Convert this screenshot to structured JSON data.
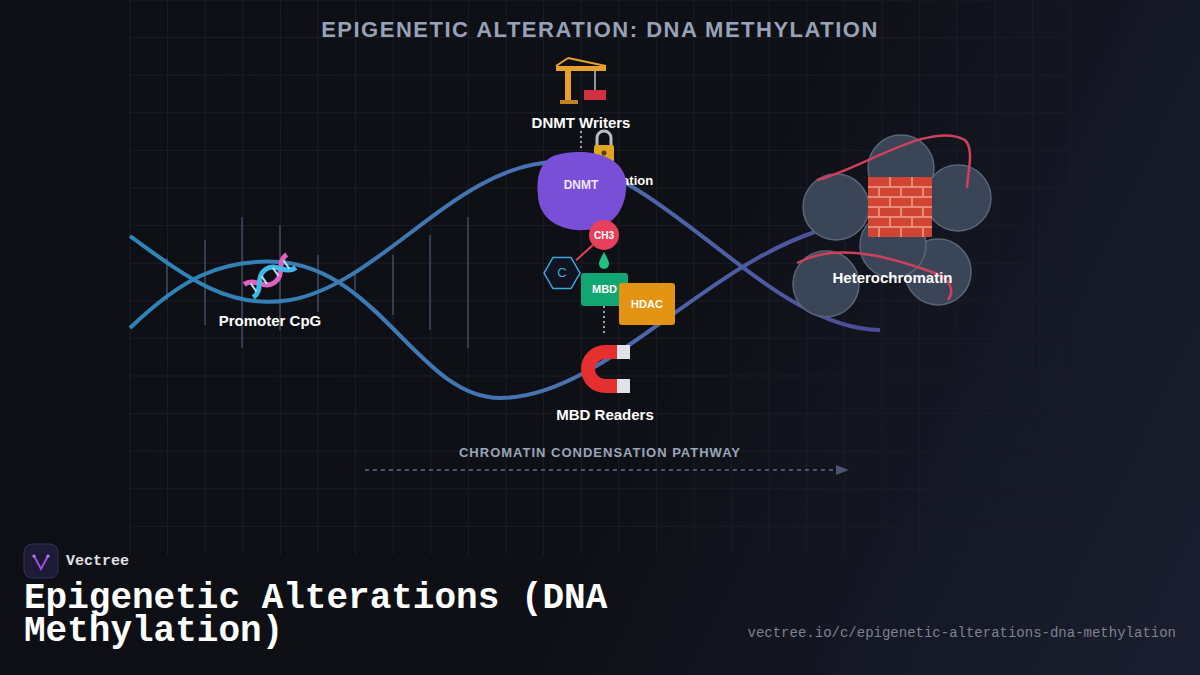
{
  "diagram": {
    "title": "EPIGENETIC ALTERATION: DNA METHYLATION",
    "caption": "Epigenetic Alterations (DNA Methylation)",
    "nodes": [
      {
        "text": [
          "DNMT"
        ]
      },
      {
        "text": [
          "CH3"
        ]
      },
      {
        "text": [
          "C"
        ]
      },
      {
        "text": [
          "MBD"
        ]
      },
      {
        "text": [
          "HDAC"
        ]
      },
      {
        "text": [
          "Heterochromatin"
        ]
      }
    ],
    "edges": [
      {
        "from": 0,
        "to": 1,
        "arrow": "none"
      },
      {
        "from": 1,
        "to": 2,
        "arrow": "none"
      }
    ],
    "labels": [
      "DNMT Writers",
      "5-mC Alteration",
      "Promoter CpG",
      "MBD Readers",
      "CHROMATIN CONDENSATION PATHWAY",
      "Vectree",
      "vectree.io/c/epigenetic-alterations-dna-methylation"
    ]
  }
}
